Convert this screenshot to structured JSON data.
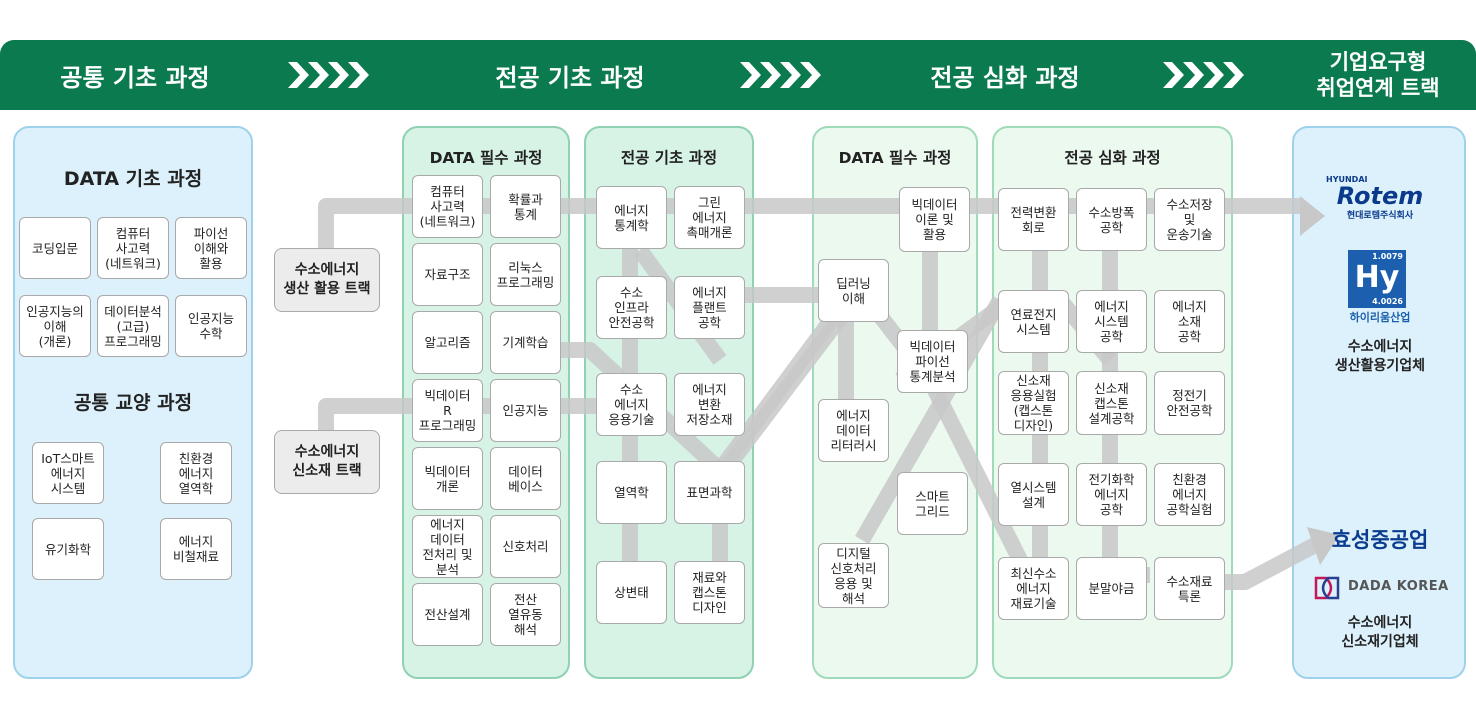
{
  "stages": {
    "common_basic": "공통 기초 과정",
    "major_basic": "전공 기초 과정",
    "major_advanced": "전공 심화 과정",
    "employment_track": "기업요구형\n취업연계 트랙"
  },
  "left_panel": {
    "data_title": "DATA 기초 과정",
    "data_items": [
      "코딩입문",
      "컴퓨터\n사고력\n(네트워크)",
      "파이선\n이해와\n활용",
      "인공지능의\n이해\n(개론)",
      "데이터분석\n(고급)\n프로그래밍",
      "인공지능\n수학"
    ],
    "liberal_title": "공통 교양 과정",
    "liberal_items": [
      "IoT스마트\n에너지\n시스템",
      "친환경\n에너지\n열역학",
      "유기화학",
      "에너지\n비철재료"
    ]
  },
  "tracks": {
    "production": "수소에너지\n생산 활용 트랙",
    "materials": "수소에너지\n신소재 트랙"
  },
  "data_required_1": {
    "title": "DATA 필수 과정",
    "items": [
      "컴퓨터\n사고력\n(네트워크)",
      "확률과\n통계",
      "자료구조",
      "리눅스\n프로그래밍",
      "알고리즘",
      "기계학습",
      "빅데이터\nR\n프로그래밍",
      "인공지능",
      "빅데이터\n개론",
      "데이터\n베이스",
      "에너지\n데이터\n전처리 및\n분석",
      "신호처리",
      "전산설계",
      "전산\n열유동\n해석"
    ]
  },
  "major_basic_panel": {
    "title": "전공 기초 과정",
    "items": [
      "에너지\n통계학",
      "그린\n에너지\n촉매개론",
      "수소\n인프라\n안전공학",
      "에너지\n플랜트\n공학",
      "수소\n에너지\n응용기술",
      "에너지\n변환\n저장소재",
      "열역학",
      "표면과학",
      "상변태",
      "재료와\n캡스톤\n디자인"
    ]
  },
  "data_required_2": {
    "title": "DATA 필수 과정",
    "items": [
      "빅데이터\n이론 및\n활용",
      "딥러닝\n이해",
      "빅데이터\n파이선\n통계분석",
      "에너지\n데이터\n리터러시",
      "스마트\n그리드",
      "디지털\n신호처리\n응용 및\n해석"
    ]
  },
  "major_advanced_panel": {
    "title": "전공 심화 과정",
    "items": [
      "전력변환\n회로",
      "수소방폭\n공학",
      "수소저장\n및\n운송기술",
      "연료전지\n시스템",
      "에너지\n시스템\n공학",
      "에너지\n소재\n공학",
      "신소재\n응용실험\n(캡스톤\n디자인)",
      "신소재\n캡스톤\n설계공학",
      "정전기\n안전공학",
      "열시스템\n설계",
      "전기화학\n에너지\n공학",
      "친환경\n에너지\n공학실험",
      "최신수소\n에너지\n재료기술",
      "분말야금",
      "수소재료\n특론"
    ]
  },
  "companies": {
    "rotem_small": "HYUNDAI",
    "rotem_big": "Rotem",
    "rotem_sub": "현대로템주식회사",
    "hy_top": "1.0079",
    "hy_symbol": "Hy",
    "hy_bottom": "4.0026",
    "hy_sub": "하이리움산업",
    "group1": "수소에너지\n생산활용기업체",
    "hyosung": "효성중공업",
    "dada": "DADA KOREA",
    "group2": "수소에너지\n신소재기업체"
  },
  "colors": {
    "banner": "#0b7a4f",
    "blue_panel": "#dcf1fb",
    "green_panel": "#d6f3e6",
    "light_green_panel": "#ebf9ef",
    "flow": "#c8c8c8",
    "rotem": "#0b3a8c",
    "hy": "#1b5fae",
    "hyosung": "#0a3d8f",
    "dada": "#c2185b"
  }
}
